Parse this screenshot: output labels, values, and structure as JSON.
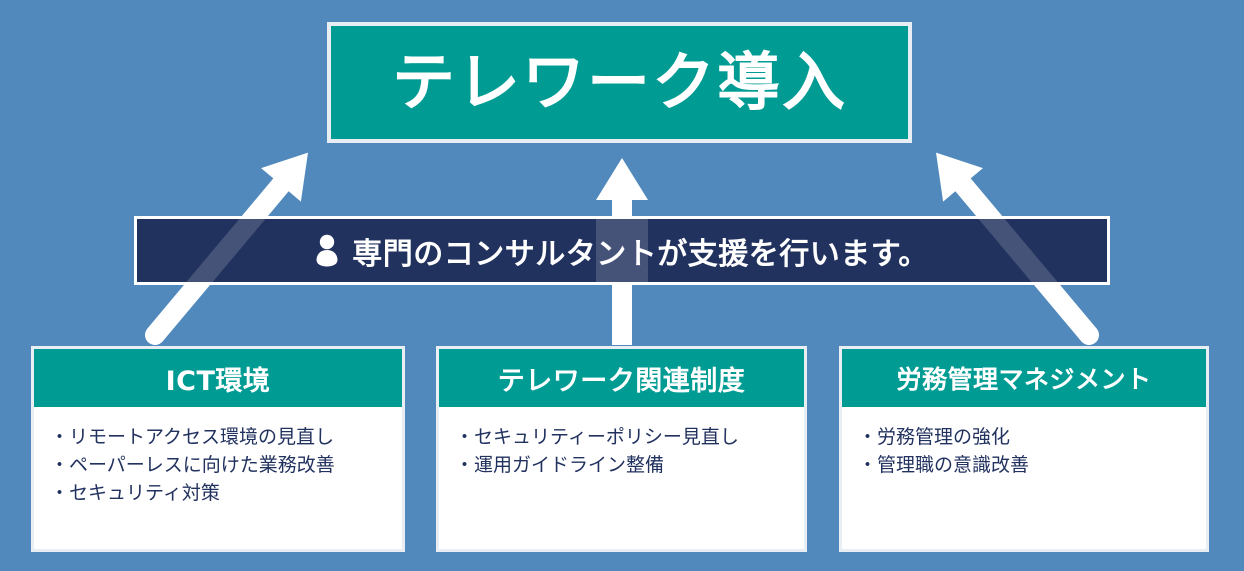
{
  "colors": {
    "background": "#5189bd",
    "teal": "#009c94",
    "navy": "#22325f",
    "white": "#ffffff",
    "border_light": "#e9eef5"
  },
  "banner": {
    "title": "テレワーク導入"
  },
  "consultant_bar": {
    "icon": "person-icon",
    "text": "専門のコンサルタントが支援を行います。"
  },
  "arrows": [
    {
      "name": "arrow-left-diagonal",
      "direction": "up-right",
      "from_card": 0,
      "to": "banner"
    },
    {
      "name": "arrow-center-vertical",
      "direction": "up",
      "from_card": 1,
      "to": "banner"
    },
    {
      "name": "arrow-right-diagonal",
      "direction": "up-left",
      "from_card": 2,
      "to": "banner"
    }
  ],
  "cards": [
    {
      "title": "ICT環境",
      "bullets": [
        "・リモートアクセス環境の見直し",
        "・ペーパーレスに向けた業務改善",
        "・セキュリティ対策"
      ]
    },
    {
      "title": "テレワーク関連制度",
      "bullets": [
        "・セキュリティーポリシー見直し",
        "・運用ガイドライン整備"
      ]
    },
    {
      "title": "労務管理マネジメント",
      "bullets": [
        "・労務管理の強化",
        "・管理職の意識改善"
      ]
    }
  ]
}
